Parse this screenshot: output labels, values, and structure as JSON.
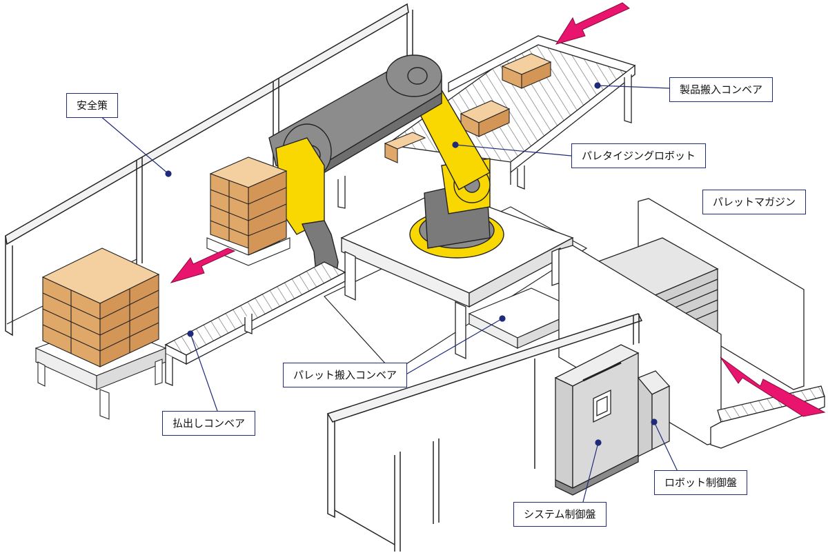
{
  "labels": {
    "safety_fence": "安全策",
    "product_infeed_conveyor": "製品搬入コンベア",
    "palletizing_robot": "パレタイジングロボット",
    "pallet_magazine": "パレットマガジン",
    "pallet_infeed_conveyor": "パレット搬入コンベア",
    "outfeed_conveyor": "払出しコンベア",
    "robot_control_panel": "ロボット制御盤",
    "system_control_panel": "システム制御盤"
  },
  "colors": {
    "callout_border": "#1f2a7a",
    "leader_line": "#1f2a7a",
    "arrow": "#e8146e",
    "robot_yellow": "#f8d800",
    "robot_gray": "#8c8c8c",
    "box_tan": "#e9b26f",
    "panel_gray": "#d6d6d6"
  },
  "flow_arrows": [
    "product-infeed-arrow",
    "outfeed-arrow",
    "pallet-infeed-arrow"
  ]
}
